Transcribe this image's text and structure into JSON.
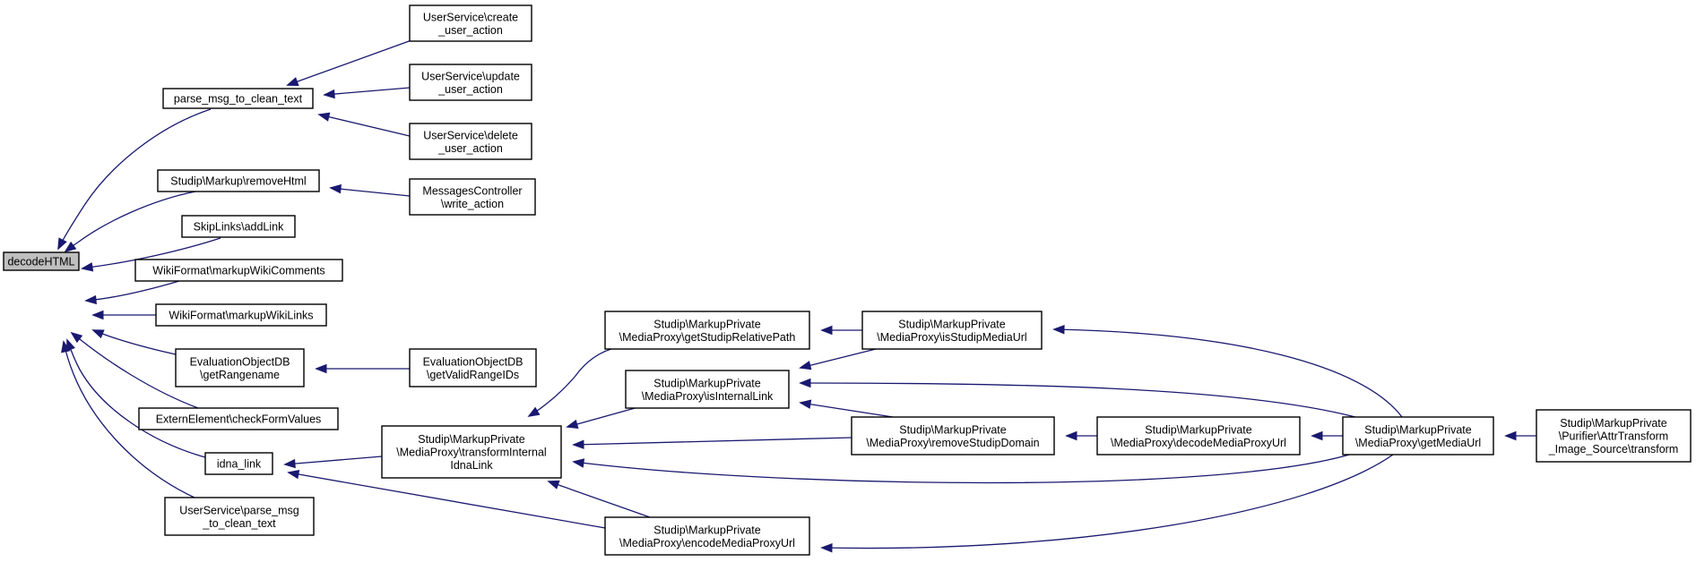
{
  "graph": {
    "nodes": [
      {
        "id": "decodeHTML",
        "lines": [
          "decodeHTML"
        ],
        "root": true
      },
      {
        "id": "parse_msg_to_clean_text",
        "lines": [
          "parse_msg_to_clean_text"
        ]
      },
      {
        "id": "user_create",
        "lines": [
          "UserService\\create",
          "_user_action"
        ]
      },
      {
        "id": "user_update",
        "lines": [
          "UserService\\update",
          "_user_action"
        ]
      },
      {
        "id": "user_delete",
        "lines": [
          "UserService\\delete",
          "_user_action"
        ]
      },
      {
        "id": "markup_removeHtml",
        "lines": [
          "Studip\\Markup\\removeHtml"
        ]
      },
      {
        "id": "messages_write",
        "lines": [
          "MessagesController",
          "\\write_action"
        ]
      },
      {
        "id": "skiplinks_addLink",
        "lines": [
          "SkipLinks\\addLink"
        ]
      },
      {
        "id": "wiki_comments",
        "lines": [
          "WikiFormat\\markupWikiComments"
        ]
      },
      {
        "id": "wiki_links",
        "lines": [
          "WikiFormat\\markupWikiLinks"
        ]
      },
      {
        "id": "eval_getRangename",
        "lines": [
          "EvaluationObjectDB",
          "\\getRangename"
        ]
      },
      {
        "id": "eval_getValidRangeIDs",
        "lines": [
          "EvaluationObjectDB",
          "\\getValidRangeIDs"
        ]
      },
      {
        "id": "extern_checkFormValues",
        "lines": [
          "ExternElement\\checkFormValues"
        ]
      },
      {
        "id": "idna_link",
        "lines": [
          "idna_link"
        ]
      },
      {
        "id": "user_parse_msg",
        "lines": [
          "UserService\\parse_msg",
          "_to_clean_text"
        ]
      },
      {
        "id": "mp_transformInternalIdnaLink",
        "lines": [
          "Studip\\MarkupPrivate",
          "\\MediaProxy\\transformInternal",
          "IdnaLink"
        ]
      },
      {
        "id": "mp_getStudipRelativePath",
        "lines": [
          "Studip\\MarkupPrivate",
          "\\MediaProxy\\getStudipRelativePath"
        ]
      },
      {
        "id": "mp_isInternalLink",
        "lines": [
          "Studip\\MarkupPrivate",
          "\\MediaProxy\\isInternalLink"
        ]
      },
      {
        "id": "mp_encodeMediaProxyUrl",
        "lines": [
          "Studip\\MarkupPrivate",
          "\\MediaProxy\\encodeMediaProxyUrl"
        ]
      },
      {
        "id": "mp_isStudipMediaUrl",
        "lines": [
          "Studip\\MarkupPrivate",
          "\\MediaProxy\\isStudipMediaUrl"
        ]
      },
      {
        "id": "mp_removeStudipDomain",
        "lines": [
          "Studip\\MarkupPrivate",
          "\\MediaProxy\\removeStudipDomain"
        ]
      },
      {
        "id": "mp_decodeMediaProxyUrl",
        "lines": [
          "Studip\\MarkupPrivate",
          "\\MediaProxy\\decodeMediaProxyUrl"
        ]
      },
      {
        "id": "mp_getMediaUrl",
        "lines": [
          "Studip\\MarkupPrivate",
          "\\MediaProxy\\getMediaUrl"
        ]
      },
      {
        "id": "purifier_transform",
        "lines": [
          "Studip\\MarkupPrivate",
          "\\Purifier\\AttrTransform",
          "_Image_Source\\transform"
        ]
      }
    ],
    "edges": [
      {
        "from": "parse_msg_to_clean_text",
        "to": "decodeHTML"
      },
      {
        "from": "markup_removeHtml",
        "to": "decodeHTML"
      },
      {
        "from": "skiplinks_addLink",
        "to": "decodeHTML"
      },
      {
        "from": "wiki_comments",
        "to": "decodeHTML"
      },
      {
        "from": "wiki_links",
        "to": "decodeHTML"
      },
      {
        "from": "eval_getRangename",
        "to": "decodeHTML"
      },
      {
        "from": "extern_checkFormValues",
        "to": "decodeHTML"
      },
      {
        "from": "idna_link",
        "to": "decodeHTML"
      },
      {
        "from": "user_parse_msg",
        "to": "decodeHTML"
      },
      {
        "from": "user_create",
        "to": "parse_msg_to_clean_text"
      },
      {
        "from": "user_update",
        "to": "parse_msg_to_clean_text"
      },
      {
        "from": "user_delete",
        "to": "parse_msg_to_clean_text"
      },
      {
        "from": "messages_write",
        "to": "markup_removeHtml"
      },
      {
        "from": "eval_getValidRangeIDs",
        "to": "eval_getRangename"
      },
      {
        "from": "mp_transformInternalIdnaLink",
        "to": "idna_link"
      },
      {
        "from": "mp_encodeMediaProxyUrl",
        "to": "idna_link"
      },
      {
        "from": "mp_getStudipRelativePath",
        "to": "mp_transformInternalIdnaLink"
      },
      {
        "from": "mp_isInternalLink",
        "to": "mp_transformInternalIdnaLink"
      },
      {
        "from": "mp_removeStudipDomain",
        "to": "mp_transformInternalIdnaLink"
      },
      {
        "from": "mp_getMediaUrl",
        "to": "mp_transformInternalIdnaLink"
      },
      {
        "from": "mp_encodeMediaProxyUrl",
        "to": "mp_transformInternalIdnaLink"
      },
      {
        "from": "mp_isStudipMediaUrl",
        "to": "mp_getStudipRelativePath"
      },
      {
        "from": "mp_isStudipMediaUrl",
        "to": "mp_isInternalLink"
      },
      {
        "from": "mp_removeStudipDomain",
        "to": "mp_isInternalLink"
      },
      {
        "from": "mp_getMediaUrl",
        "to": "mp_isInternalLink"
      },
      {
        "from": "mp_getMediaUrl",
        "to": "mp_isStudipMediaUrl"
      },
      {
        "from": "mp_decodeMediaProxyUrl",
        "to": "mp_removeStudipDomain"
      },
      {
        "from": "mp_getMediaUrl",
        "to": "mp_decodeMediaProxyUrl"
      },
      {
        "from": "purifier_transform",
        "to": "mp_getMediaUrl"
      },
      {
        "from": "mp_getMediaUrl",
        "to": "mp_encodeMediaProxyUrl"
      }
    ]
  }
}
